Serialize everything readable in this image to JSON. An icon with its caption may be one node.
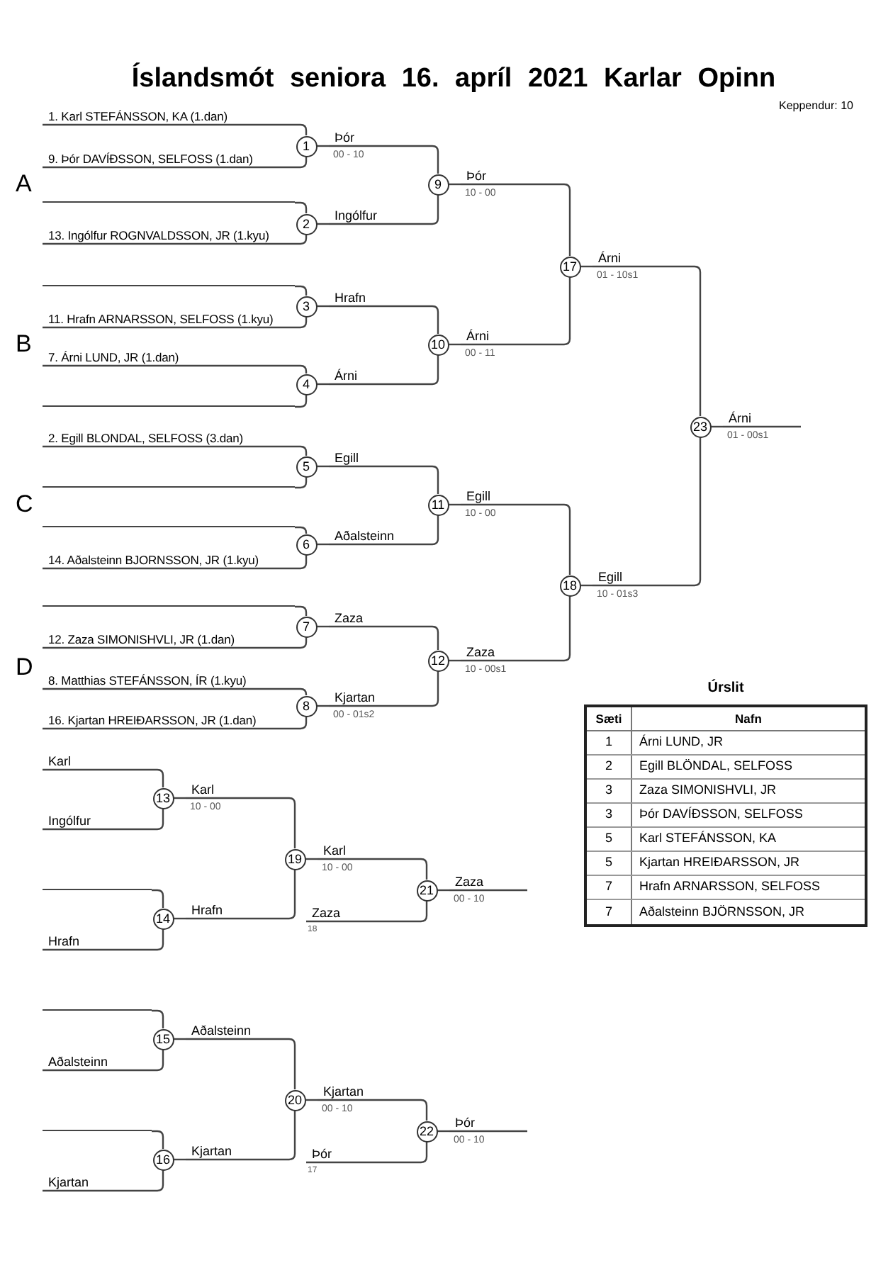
{
  "diagram": {
    "title": "Íslandsmót seniora 16. apríl 2021 Karlar Opinn",
    "nodes": [
      {
        "text": [
          "1. Karl STEFÁNSSON, KA (1.dan)"
        ]
      },
      {
        "text": [
          "9. Þór DAVÍÐSSON, SELFOSS (1.dan)"
        ]
      },
      {
        "text": [
          "1"
        ]
      },
      {
        "text": [
          "Þór"
        ],
        "beside": [
          "00 - 10"
        ]
      },
      {
        "text": [
          "9"
        ]
      },
      {
        "text": [
          "Þór"
        ],
        "beside": [
          "10 - 00"
        ]
      },
      {
        "text": [
          "13. Ingólfur ROGNVALDSSON, JR (1.kyu)"
        ]
      },
      {
        "text": [
          "2"
        ]
      },
      {
        "text": [
          "Ingólfur"
        ]
      },
      {
        "text": [
          "17"
        ]
      },
      {
        "text": [
          "Árni"
        ],
        "beside": [
          "01 - 10s1"
        ]
      },
      {
        "text": [
          "3"
        ]
      },
      {
        "text": [
          "Hrafn"
        ]
      },
      {
        "text": [
          "11. Hrafn ARNARSSON, SELFOSS (1.kyu)"
        ]
      },
      {
        "text": [
          "10"
        ]
      },
      {
        "text": [
          "Árni"
        ],
        "beside": [
          "00 - 11"
        ]
      },
      {
        "text": [
          "7. Árni LUND, JR (1.dan)"
        ]
      },
      {
        "text": [
          "4"
        ]
      },
      {
        "text": [
          "Árni"
        ]
      },
      {
        "text": [
          "23"
        ]
      },
      {
        "text": [
          "Árni"
        ],
        "beside": [
          "01 - 00s1"
        ]
      },
      {
        "text": [
          "2. Egill BLONDAL, SELFOSS (3.dan)"
        ]
      },
      {
        "text": [
          "5"
        ]
      },
      {
        "text": [
          "Egill"
        ]
      },
      {
        "text": [
          "11"
        ]
      },
      {
        "text": [
          "Egill"
        ],
        "beside": [
          "10 - 00"
        ]
      },
      {
        "text": [
          "6"
        ]
      },
      {
        "text": [
          "Aðalsteinn"
        ]
      },
      {
        "text": [
          "14. Aðalsteinn BJORNSSON, JR (1.kyu)"
        ]
      },
      {
        "text": [
          "18"
        ]
      },
      {
        "text": [
          "Egill"
        ],
        "beside": [
          "10 - 01s3"
        ]
      },
      {
        "text": [
          "7"
        ]
      },
      {
        "text": [
          "Zaza"
        ]
      },
      {
        "text": [
          "12. Zaza SIMONISHVLI, JR (1.dan)"
        ]
      },
      {
        "text": [
          "12"
        ]
      },
      {
        "text": [
          "Zaza"
        ],
        "beside": [
          "10 - 00s1"
        ]
      },
      {
        "text": [
          "8. Matthias STEFÁNSSON, ÍR (1.kyu)"
        ]
      },
      {
        "text": [
          "8"
        ]
      },
      {
        "text": [
          "Kjartan"
        ],
        "beside": [
          "00 - 01s2"
        ]
      },
      {
        "text": [
          "16. Kjartan HREIÐARSSON, JR (1.dan)"
        ]
      },
      {
        "text": [
          "Karl"
        ]
      },
      {
        "text": [
          "13"
        ]
      },
      {
        "text": [
          "Karl"
        ],
        "beside": [
          "10 - 00"
        ]
      },
      {
        "text": [
          "Ingólfur"
        ]
      },
      {
        "text": [
          "19"
        ]
      },
      {
        "text": [
          "Karl"
        ],
        "beside": [
          "10 - 00"
        ]
      },
      {
        "text": [
          "21"
        ]
      },
      {
        "text": [
          "Zaza"
        ],
        "beside": [
          "00 - 10"
        ]
      },
      {
        "text": [
          "14"
        ]
      },
      {
        "text": [
          "Hrafn"
        ]
      },
      {
        "text": [
          "Zaza"
        ],
        "beside": [
          "18"
        ]
      },
      {
        "text": [
          "Hrafn"
        ]
      },
      {
        "text": [
          "15"
        ]
      },
      {
        "text": [
          "Aðalsteinn"
        ]
      },
      {
        "text": [
          "Aðalsteinn"
        ]
      },
      {
        "text": [
          "20"
        ]
      },
      {
        "text": [
          "Kjartan"
        ],
        "beside": [
          "00 - 10"
        ]
      },
      {
        "text": [
          "22"
        ]
      },
      {
        "text": [
          "Þór"
        ],
        "beside": [
          "00 - 10"
        ]
      },
      {
        "text": [
          "16"
        ]
      },
      {
        "text": [
          "Kjartan"
        ]
      },
      {
        "text": [
          "Þór"
        ],
        "beside": [
          "17"
        ]
      },
      {
        "text": [
          "Kjartan"
        ]
      },
      {
        "text": [],
        "shape": "line"
      },
      {
        "text": [],
        "shape": "line"
      },
      {
        "text": [],
        "shape": "line"
      },
      {
        "text": [],
        "shape": "line"
      },
      {
        "text": [],
        "shape": "line"
      },
      {
        "text": [],
        "shape": "line"
      },
      {
        "text": [],
        "shape": "line"
      },
      {
        "text": [],
        "shape": "line"
      },
      {
        "text": [],
        "shape": "line"
      }
    ],
    "edges": [
      {
        "from": 0,
        "to": 2,
        "arrow": "none"
      },
      {
        "from": 1,
        "to": 2,
        "arrow": "none"
      },
      {
        "from": 2,
        "to": 3,
        "arrow": "none"
      },
      {
        "from": 3,
        "to": 4,
        "arrow": "none"
      },
      {
        "from": 63,
        "to": 7,
        "arrow": "none"
      },
      {
        "from": 6,
        "to": 7,
        "arrow": "none"
      },
      {
        "from": 7,
        "to": 8,
        "arrow": "none"
      },
      {
        "from": 8,
        "to": 4,
        "arrow": "none"
      },
      {
        "from": 4,
        "to": 5,
        "arrow": "none"
      },
      {
        "from": 5,
        "to": 9,
        "arrow": "none"
      },
      {
        "from": 64,
        "to": 11,
        "arrow": "none"
      },
      {
        "from": 13,
        "to": 11,
        "arrow": "none"
      },
      {
        "from": 11,
        "to": 12,
        "arrow": "none"
      },
      {
        "from": 12,
        "to": 14,
        "arrow": "none"
      },
      {
        "from": 16,
        "to": 17,
        "arrow": "none"
      },
      {
        "from": 65,
        "to": 17,
        "arrow": "none"
      },
      {
        "from": 17,
        "to": 18,
        "arrow": "none"
      },
      {
        "from": 18,
        "to": 14,
        "arrow": "none"
      },
      {
        "from": 14,
        "to": 15,
        "arrow": "none"
      },
      {
        "from": 15,
        "to": 9,
        "arrow": "none"
      },
      {
        "from": 9,
        "to": 10,
        "arrow": "none"
      },
      {
        "from": 10,
        "to": 19,
        "arrow": "none"
      },
      {
        "from": 21,
        "to": 22,
        "arrow": "none"
      },
      {
        "from": 66,
        "to": 22,
        "arrow": "none"
      },
      {
        "from": 22,
        "to": 23,
        "arrow": "none"
      },
      {
        "from": 23,
        "to": 24,
        "arrow": "none"
      },
      {
        "from": 67,
        "to": 26,
        "arrow": "none"
      },
      {
        "from": 28,
        "to": 26,
        "arrow": "none"
      },
      {
        "from": 26,
        "to": 27,
        "arrow": "none"
      },
      {
        "from": 27,
        "to": 24,
        "arrow": "none"
      },
      {
        "from": 24,
        "to": 25,
        "arrow": "none"
      },
      {
        "from": 25,
        "to": 29,
        "arrow": "none"
      },
      {
        "from": 68,
        "to": 31,
        "arrow": "none"
      },
      {
        "from": 33,
        "to": 31,
        "arrow": "none"
      },
      {
        "from": 31,
        "to": 32,
        "arrow": "none"
      },
      {
        "from": 32,
        "to": 34,
        "arrow": "none"
      },
      {
        "from": 36,
        "to": 37,
        "arrow": "none"
      },
      {
        "from": 39,
        "to": 37,
        "arrow": "none"
      },
      {
        "from": 37,
        "to": 38,
        "arrow": "none"
      },
      {
        "from": 38,
        "to": 34,
        "arrow": "none"
      },
      {
        "from": 34,
        "to": 35,
        "arrow": "none"
      },
      {
        "from": 35,
        "to": 29,
        "arrow": "none"
      },
      {
        "from": 29,
        "to": 30,
        "arrow": "none"
      },
      {
        "from": 30,
        "to": 19,
        "arrow": "none"
      },
      {
        "from": 19,
        "to": 20,
        "arrow": "none"
      },
      {
        "from": 20,
        "to": null,
        "arrow": "none"
      },
      {
        "from": 40,
        "to": 41,
        "arrow": "none"
      },
      {
        "from": 43,
        "to": 41,
        "arrow": "none"
      },
      {
        "from": 41,
        "to": 42,
        "arrow": "none"
      },
      {
        "from": 42,
        "to": 44,
        "arrow": "none"
      },
      {
        "from": 69,
        "to": 48,
        "arrow": "none"
      },
      {
        "from": 51,
        "to": 48,
        "arrow": "none"
      },
      {
        "from": 48,
        "to": 49,
        "arrow": "none"
      },
      {
        "from": 49,
        "to": 44,
        "arrow": "none"
      },
      {
        "from": 44,
        "to": 45,
        "arrow": "none"
      },
      {
        "from": 45,
        "to": 46,
        "arrow": "none"
      },
      {
        "from": 50,
        "to": 46,
        "arrow": "none"
      },
      {
        "from": 46,
        "to": 47,
        "arrow": "none"
      },
      {
        "from": 47,
        "to": null,
        "arrow": "none"
      },
      {
        "from": 70,
        "to": 52,
        "arrow": "none"
      },
      {
        "from": 54,
        "to": 52,
        "arrow": "none"
      },
      {
        "from": 52,
        "to": 53,
        "arrow": "none"
      },
      {
        "from": 53,
        "to": 55,
        "arrow": "none"
      },
      {
        "from": 71,
        "to": 59,
        "arrow": "none"
      },
      {
        "from": 62,
        "to": 59,
        "arrow": "none"
      },
      {
        "from": 59,
        "to": 60,
        "arrow": "none"
      },
      {
        "from": 60,
        "to": 55,
        "arrow": "none"
      },
      {
        "from": 55,
        "to": 56,
        "arrow": "none"
      },
      {
        "from": 56,
        "to": 57,
        "arrow": "none"
      },
      {
        "from": 61,
        "to": 57,
        "arrow": "none"
      },
      {
        "from": 57,
        "to": 58,
        "arrow": "none"
      },
      {
        "from": 58,
        "to": null,
        "arrow": "none"
      }
    ],
    "labels": [
      "Keppendur: 10",
      "A",
      "B",
      "C",
      "D",
      "Úrslit",
      "Sæti",
      "Nafn",
      "1",
      "Árni LUND, JR",
      "2",
      "Egill BLÖNDAL, SELFOSS",
      "3",
      "Zaza SIMONISHVLI, JR",
      "3",
      "Þór DAVÍÐSSON, SELFOSS",
      "5",
      "Karl STEFÁNSSON, KA",
      "5",
      "Kjartan HREIÐARSSON, JR",
      "7",
      "Hrafn ARNARSSON, SELFOSS",
      "7",
      "Aðalsteinn BJÖRNSSON, JR"
    ]
  }
}
